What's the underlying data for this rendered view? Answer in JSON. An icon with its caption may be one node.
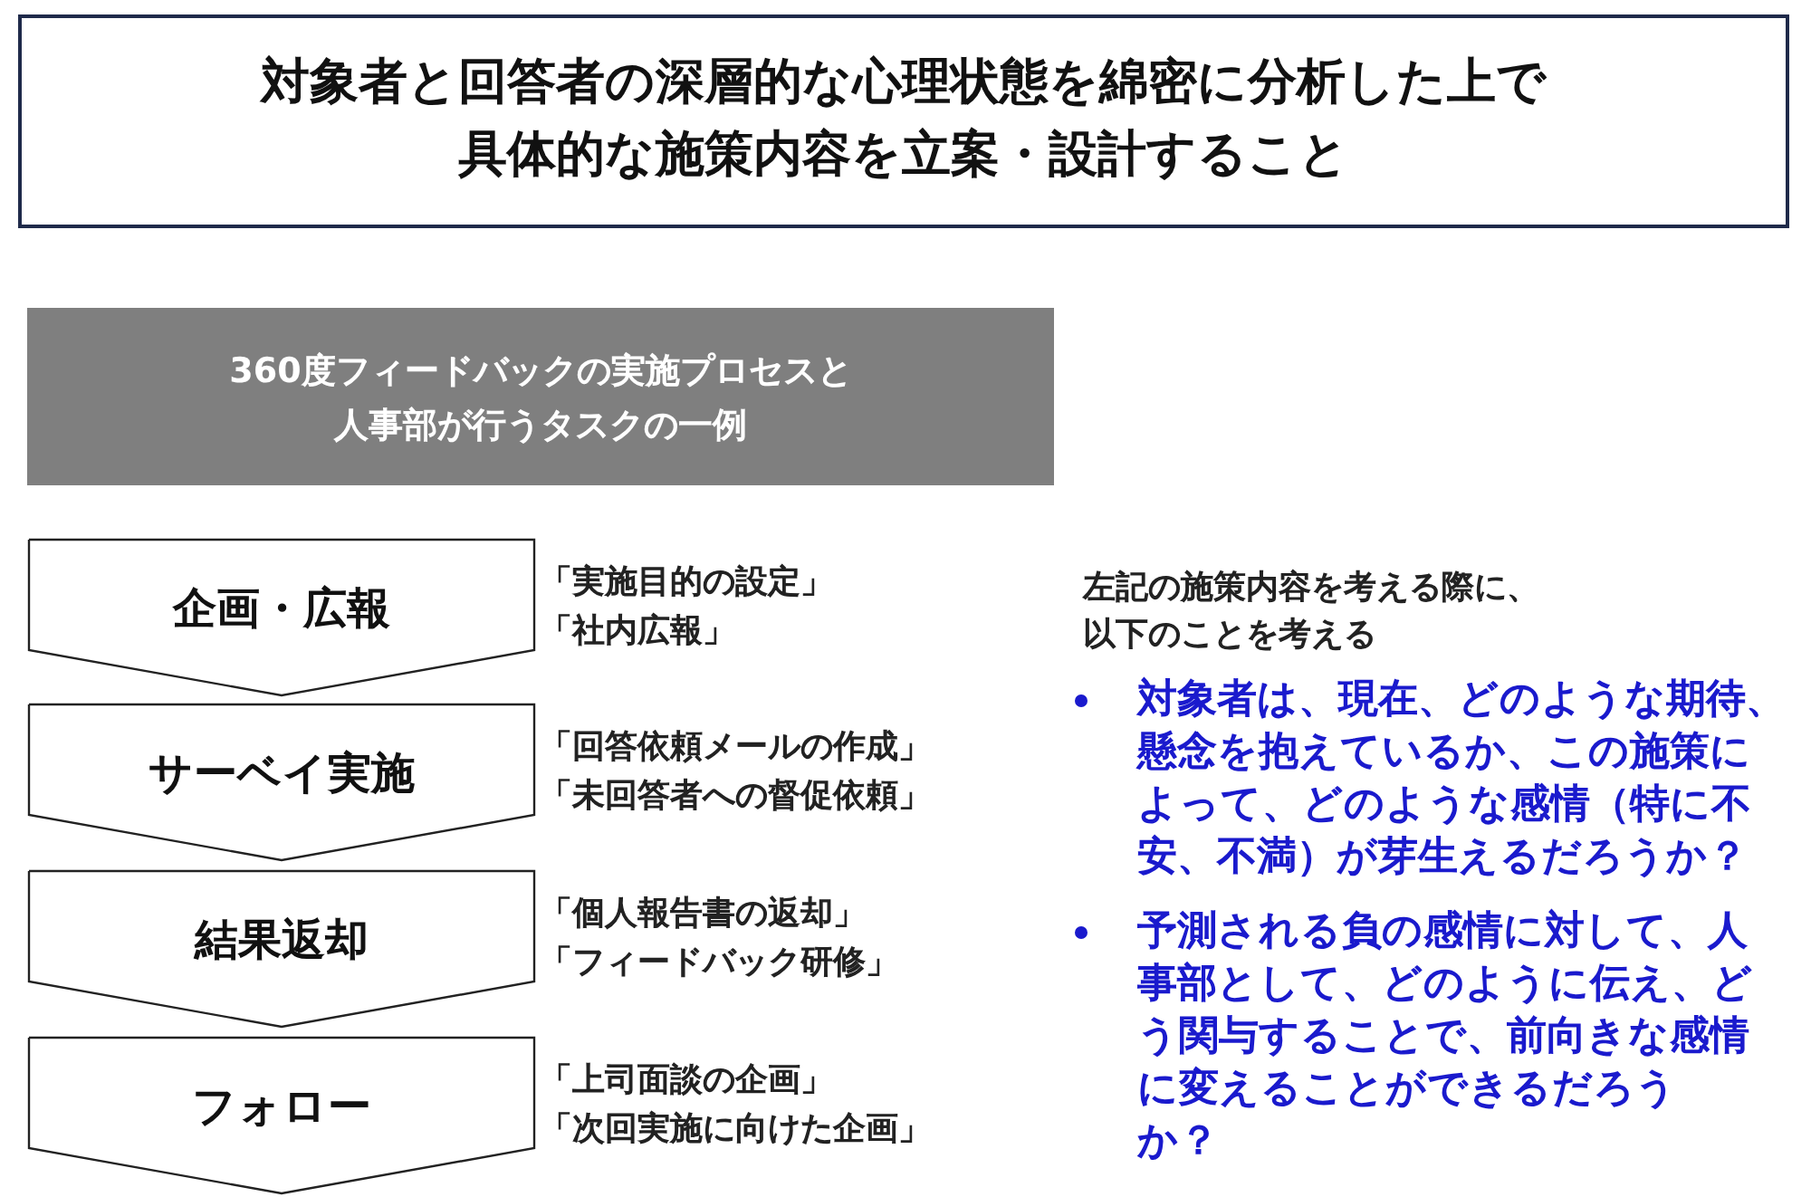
{
  "diagram": {
    "nodes": [
      {
        "text": [
          "対象者と回答者の深層的な心理状態を綿密に分析した上で具体的な施策内容を立案・設計すること"
        ]
      },
      {
        "text": [
          "360度フィードバックの実施プロセスと人事部が行うタスクの一例"
        ]
      },
      {
        "text": [
          "企画・広報"
        ],
        "beside": [
          "「実施目的の設定」",
          "「社内広報」"
        ]
      },
      {
        "text": [
          "サーベイ実施"
        ],
        "beside": [
          "「回答依頼メールの作成」",
          "「未回答者への督促依頼」"
        ]
      },
      {
        "text": [
          "結果返却"
        ],
        "beside": [
          "「個人報告書の返却」",
          "「フィードバック研修」"
        ]
      },
      {
        "text": [
          "フォロー"
        ],
        "beside": [
          "「上司面談の企画」",
          "「次回実施に向けた企画」"
        ]
      }
    ],
    "labels": [
      "左記の施策内容を考える際に、以下のことを考える",
      "対象者は、現在、どのような期待、懸念を抱えているか、この施策によって、どのような感情（特に不安、不満）が芽生えるだろうか？",
      "予測される負の感情に対して、人事部として、どのように伝え、どう関与することで、前向きな感情に変えることができるだろうか？"
    ]
  }
}
